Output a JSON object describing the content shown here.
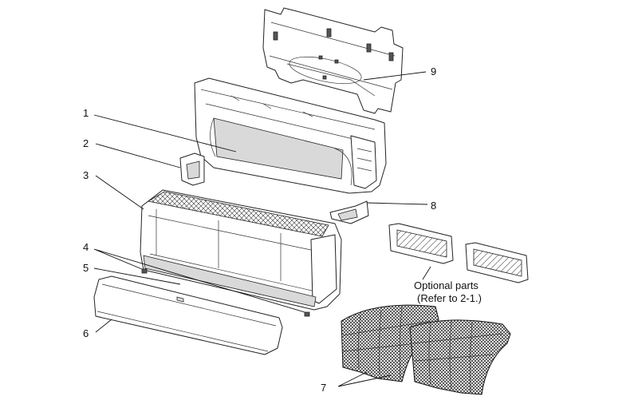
{
  "callouts": {
    "p1": "1",
    "p2": "2",
    "p3": "3",
    "p4": "4",
    "p5": "5",
    "p6": "6",
    "p7": "7",
    "p8": "8",
    "p9": "9"
  },
  "note": {
    "line1": "Optional parts",
    "line2": "(Refer to 2-1.)"
  }
}
